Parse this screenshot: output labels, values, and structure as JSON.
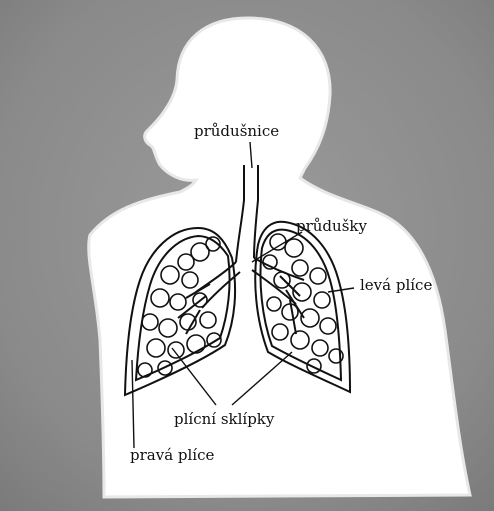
{
  "labels": {
    "trachea": "průdušnice",
    "bronchi": "průdušky",
    "left_lung": "levá plíce",
    "alveoli": "plícní sklípky",
    "right_lung": "pravá plíce"
  },
  "colors": {
    "backdrop": "#8e8e8e",
    "silhouette": "#ffffff",
    "outline": "#111111",
    "text": "#111111"
  }
}
